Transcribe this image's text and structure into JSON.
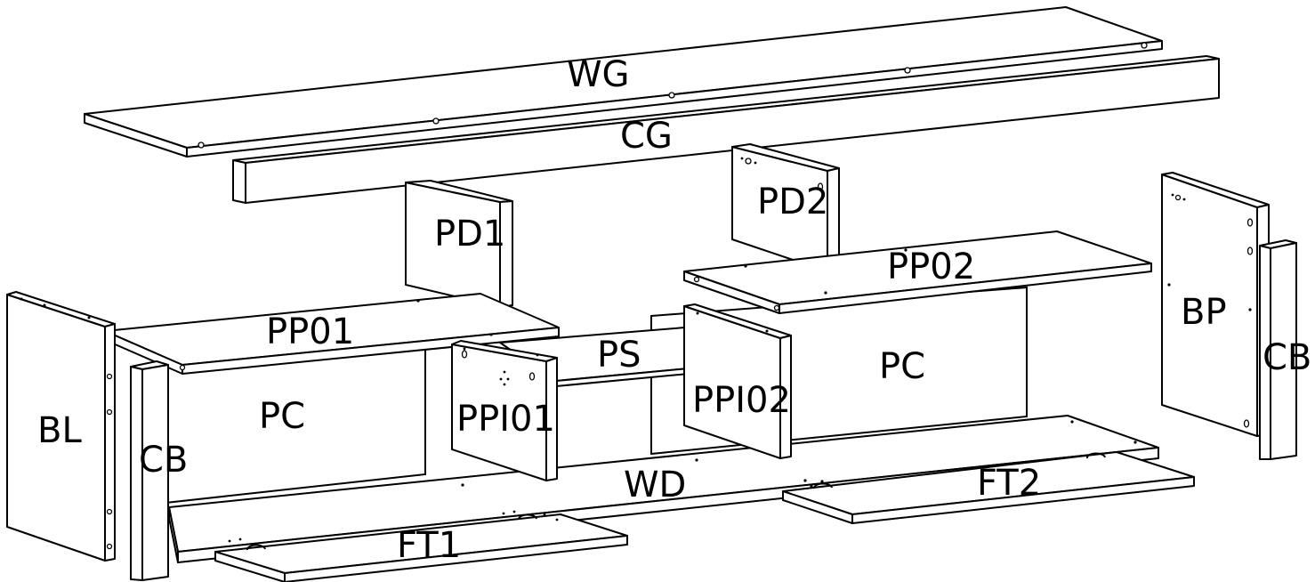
{
  "diagram": {
    "labels": {
      "wg": "WG",
      "cg": "CG",
      "pd1": "PD1",
      "pd2": "PD2",
      "pp02": "PP02",
      "pp01": "PP01",
      "ps": "PS",
      "pc_left": "PC",
      "pc_right": "PC",
      "ppi01": "PPI01",
      "ppi02": "PPI02",
      "bl": "BL",
      "cb_left": "CB",
      "bp": "BP",
      "cb_right": "CB",
      "wd": "WD",
      "ft1": "FT1",
      "ft2": "FT2"
    }
  }
}
